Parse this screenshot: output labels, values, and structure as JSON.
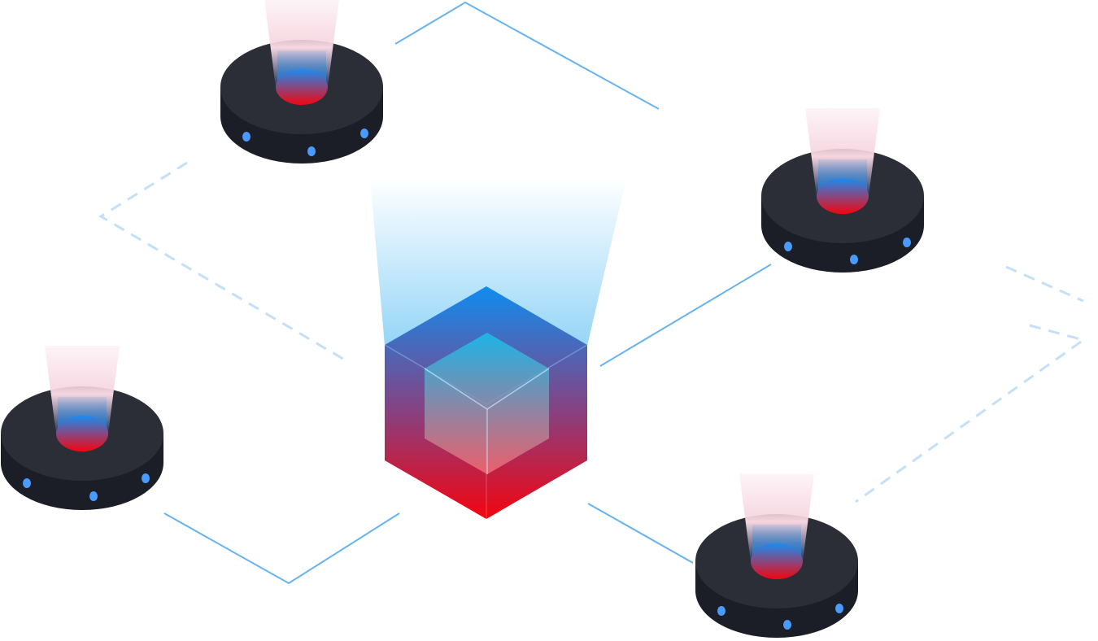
{
  "illustration": {
    "colors": {
      "background": "#ffffff",
      "solid_link": "#67b3f0",
      "dashed_link": "#c4e0f8",
      "node_top": "#2b2e36",
      "node_side": "#1b1e26",
      "indicator": "#4a9bff",
      "accent_blue": "#0f8df0",
      "accent_red": "#f3040f",
      "beam_blue": "#8fd3f7",
      "beam_pink": "#f6d6e0"
    },
    "hub": {
      "icon": "central-cube-icon",
      "kind": "outer cube with inner cube, blue-to-red gradient"
    },
    "nodes": [
      {
        "icon": "node-top-left-icon",
        "indicator_lights": 3
      },
      {
        "icon": "node-right-icon",
        "indicator_lights": 3
      },
      {
        "icon": "node-left-icon",
        "indicator_lights": 3
      },
      {
        "icon": "node-bottom-right-icon",
        "indicator_lights": 3
      }
    ]
  }
}
